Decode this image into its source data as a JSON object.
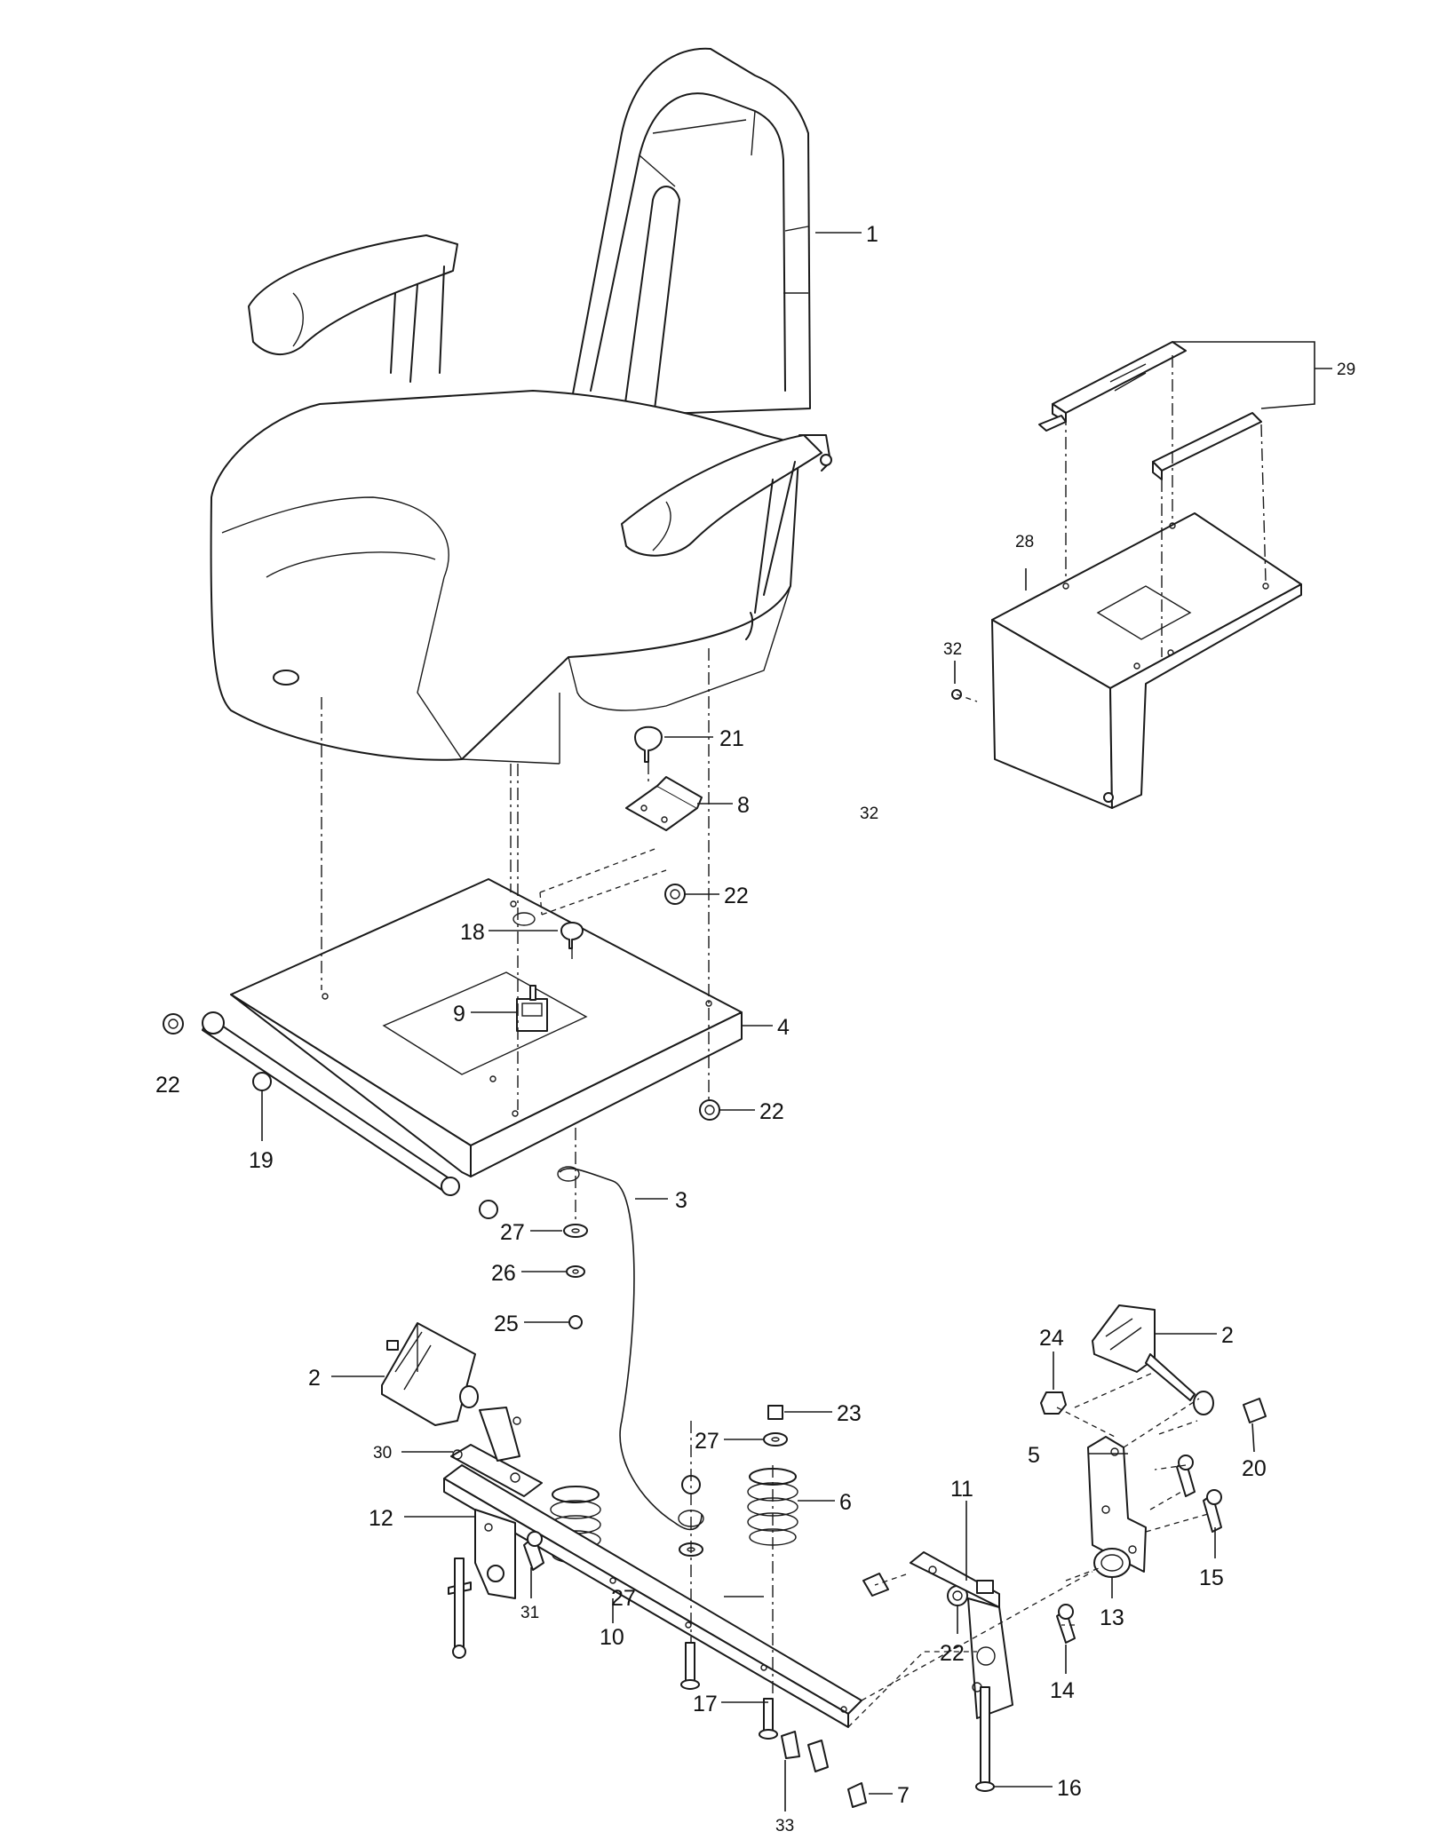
{
  "callouts": {
    "c1": "1",
    "c2a": "2",
    "c2b": "2",
    "c3": "3",
    "c4": "4",
    "c5": "5",
    "c6": "6",
    "c7": "7",
    "c8": "8",
    "c9": "9",
    "c10": "10",
    "c11": "11",
    "c12": "12",
    "c13": "13",
    "c14": "14",
    "c15": "15",
    "c16": "16",
    "c17": "17",
    "c18": "18",
    "c19": "19",
    "c20": "20",
    "c21": "21",
    "c22a": "22",
    "c22b": "22",
    "c22c": "22",
    "c22d": "22",
    "c23": "23",
    "c24": "24",
    "c25": "25",
    "c26": "26",
    "c27a": "27",
    "c27b": "27",
    "c27c": "27",
    "c28": "28",
    "c29": "29",
    "c30": "30",
    "c31": "31",
    "c32a": "32",
    "c32b": "32",
    "c33": "33"
  }
}
